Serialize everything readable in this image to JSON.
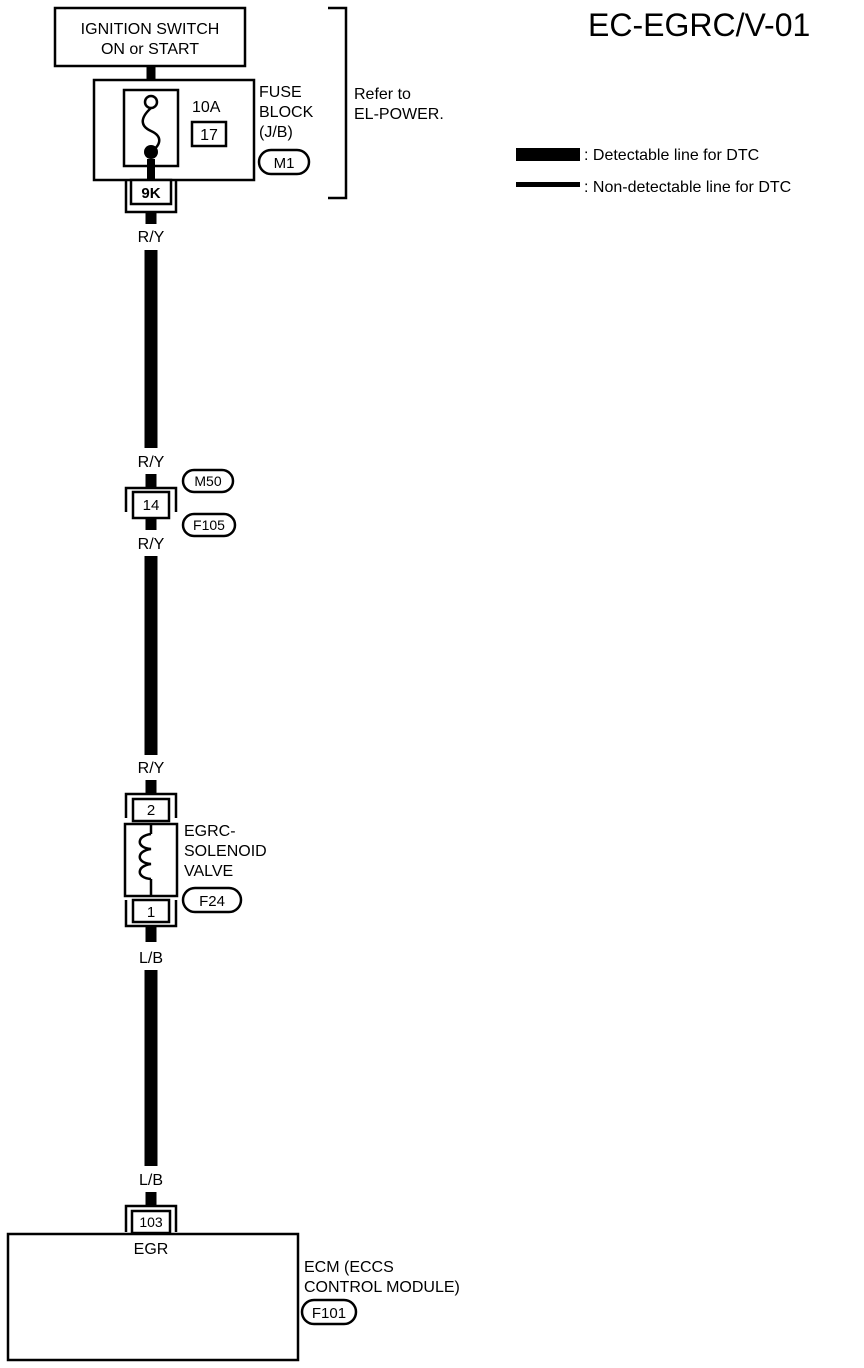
{
  "page_title": "EC-EGRC/V-01",
  "ignition_switch": {
    "line1": "IGNITION SWITCH",
    "line2": "ON or START"
  },
  "fuse_block": {
    "amperage": "10A",
    "fuse_number": "17",
    "name_line1": "FUSE",
    "name_line2": "BLOCK",
    "name_line3": "(J/B)",
    "connector_id": "M1",
    "terminal": "9K"
  },
  "refer_note": {
    "line1": "Refer to",
    "line2": "EL-POWER."
  },
  "legend": {
    "detectable": ": Detectable line for DTC",
    "non_detectable": ": Non-detectable line for DTC"
  },
  "wires": {
    "ry_top": "R/Y",
    "ry_mid_upper": "R/Y",
    "ry_mid_lower": "R/Y",
    "ry_bottom": "R/Y",
    "lb_top": "L/B",
    "lb_bottom": "L/B"
  },
  "joint_connector": {
    "pin": "14",
    "upper_id": "M50",
    "lower_id": "F105"
  },
  "solenoid_valve": {
    "name_line1": "EGRC-",
    "name_line2": "SOLENOID",
    "name_line3": "VALVE",
    "connector_id": "F24",
    "pin_top": "2",
    "pin_bottom": "1"
  },
  "ecm": {
    "pin": "103",
    "terminal_label": "EGR",
    "name_line1": "ECM (ECCS",
    "name_line2": "CONTROL MODULE)",
    "connector_id": "F101"
  }
}
